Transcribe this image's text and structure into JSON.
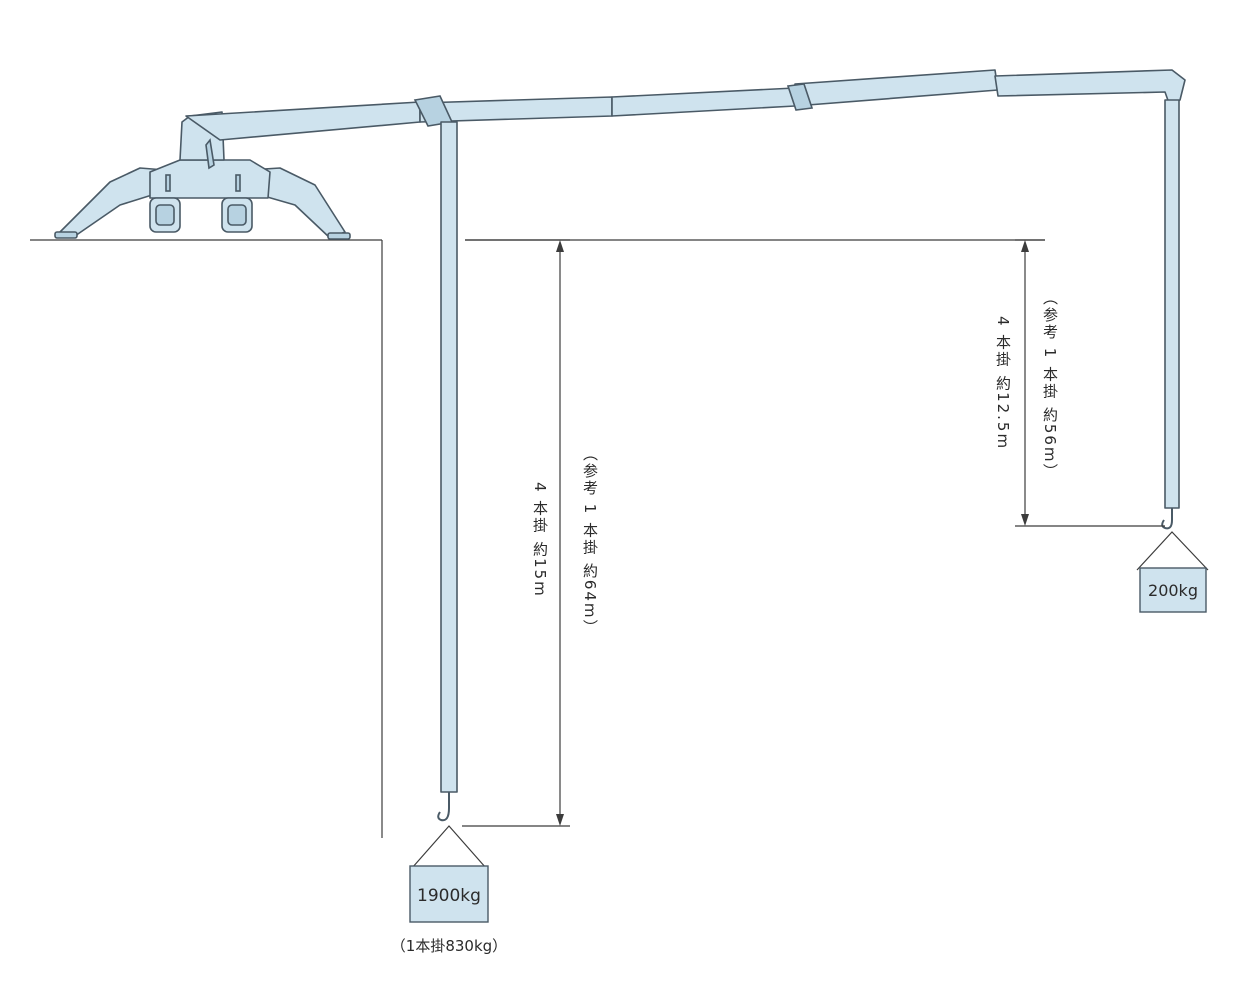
{
  "loads": {
    "near_weight": "1900kg",
    "near_note": "（1本掛830kg）",
    "far_weight": "200kg"
  },
  "dimensions": {
    "near_main": "4 本掛  約15m",
    "near_ref": "（参考  1 本掛  約64m）",
    "far_main": "4 本掛  約12.5m",
    "far_ref": "（参考  1 本掛  約56m）"
  },
  "colors": {
    "crane_fill": "#cfe3ee",
    "outline": "#4a5a66",
    "line": "#3c3c3c"
  }
}
